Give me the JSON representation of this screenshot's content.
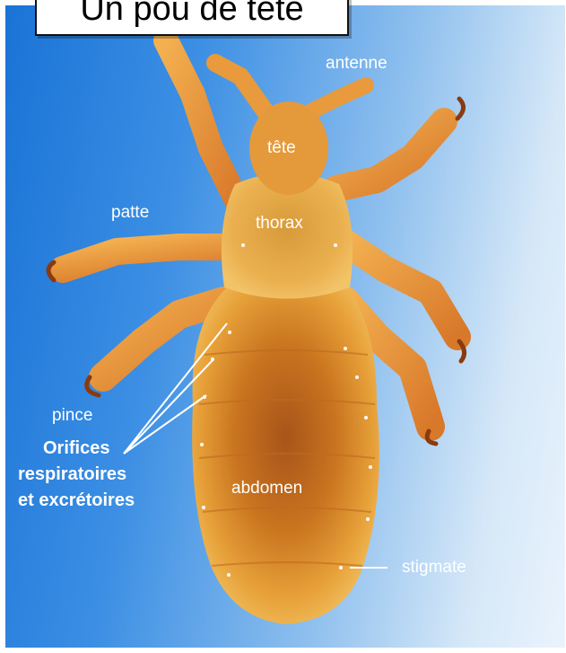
{
  "title": "Un pou de tête",
  "labels": {
    "antenne": "antenne",
    "tete": "tête",
    "patte": "patte",
    "thorax": "thorax",
    "pince": "pince",
    "orifices_line1": "Orifices",
    "orifices_line2": "respiratoires",
    "orifices_line3": "et excrétoires",
    "abdomen": "abdomen",
    "stigmate": "stigmate"
  },
  "colors": {
    "background_left": "#1a73d6",
    "background_right": "#eaf3fc",
    "body_orange": "#e8a040",
    "label_text": "#ffffff"
  }
}
